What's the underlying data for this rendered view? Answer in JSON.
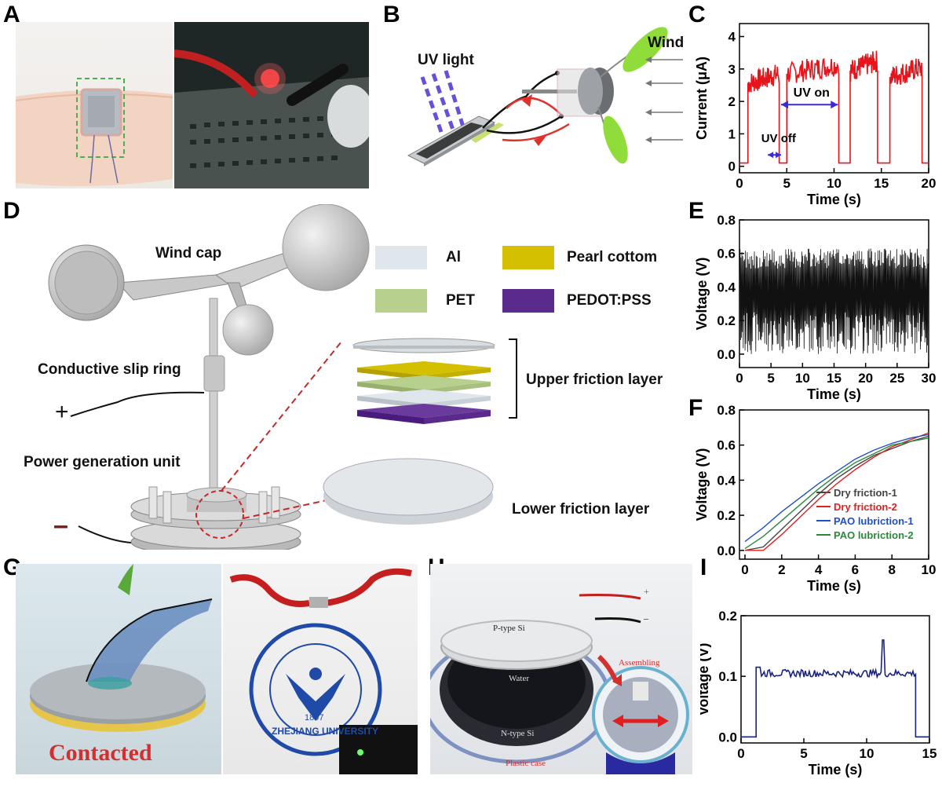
{
  "panels": [
    "A",
    "B",
    "C",
    "D",
    "E",
    "F",
    "G",
    "H",
    "I"
  ],
  "panel_b": {
    "uv_label": "UV light",
    "wind_label": "Wind"
  },
  "panel_d": {
    "wind_cap": "Wind cap",
    "slip_ring": "Conductive slip ring",
    "power_unit": "Power generation unit",
    "plus": "+",
    "minus": "–",
    "upper_layer": "Upper friction layer",
    "lower_layer": "Lower friction layer",
    "legend": [
      {
        "name": "Al",
        "color": "#dfe6ec"
      },
      {
        "name": "Pearl cottom",
        "color": "#d4c000"
      },
      {
        "name": "PET",
        "color": "#b8d08e"
      },
      {
        "name": "PEDOT:PSS",
        "color": "#5a2a8c"
      }
    ]
  },
  "panel_g": {
    "contacted": "Contacted",
    "seal_text": "ZHEJIANG UNIVERSITY",
    "seal_year": "1897"
  },
  "panel_h": {
    "p_si": "P-type Si",
    "water": "Water",
    "n_si": "N-type Si",
    "plastic": "Plastic case",
    "assembling": "Assembling",
    "plus": "+",
    "minus": "–"
  },
  "chart_data": [
    {
      "id": "C",
      "type": "line",
      "xlabel": "Time (s)",
      "ylabel": "Current (μA)",
      "xlim": [
        0,
        20
      ],
      "ylim": [
        -0.2,
        4.4
      ],
      "xticks": [
        0,
        5,
        10,
        15,
        20
      ],
      "yticks": [
        0,
        1,
        2,
        3,
        4
      ],
      "annotations": [
        "UV on",
        "UV off"
      ],
      "color": "#e8141c",
      "segments": [
        {
          "on": [
            0.0,
            0.9
          ],
          "level": 0.1
        },
        {
          "on": [
            0.9,
            4.2
          ],
          "level": 2.55
        },
        {
          "on": [
            4.2,
            5.0
          ],
          "level": 0.1
        },
        {
          "on": [
            5.0,
            10.5
          ],
          "level": 2.85
        },
        {
          "on": [
            10.5,
            11.7
          ],
          "level": 0.1
        },
        {
          "on": [
            11.7,
            14.6
          ],
          "level": 2.95
        },
        {
          "on": [
            14.6,
            15.9
          ],
          "level": 0.1
        },
        {
          "on": [
            15.9,
            19.3
          ],
          "level": 2.75
        },
        {
          "on": [
            19.3,
            20.0
          ],
          "level": 0.1
        }
      ]
    },
    {
      "id": "E",
      "type": "line",
      "xlabel": "Time (s)",
      "ylabel": "Voltage (V)",
      "xlim": [
        0,
        30
      ],
      "ylim": [
        -0.08,
        0.8
      ],
      "xticks": [
        0,
        5,
        10,
        15,
        20,
        25,
        30
      ],
      "yticks": [
        0.0,
        0.2,
        0.4,
        0.6,
        0.8
      ],
      "color": "#111111",
      "envelope": {
        "max": 0.6,
        "min": 0.0
      }
    },
    {
      "id": "F",
      "type": "line",
      "xlabel": "Time (s)",
      "ylabel": "Voltage (V)",
      "xlim": [
        -0.3,
        10
      ],
      "ylim": [
        -0.05,
        0.8
      ],
      "xticks": [
        0,
        2,
        4,
        6,
        8,
        10
      ],
      "yticks": [
        0.0,
        0.2,
        0.4,
        0.6,
        0.8
      ],
      "series": [
        {
          "name": "Dry friction-1",
          "color": "#444444",
          "x": [
            0,
            1,
            2,
            3,
            4,
            5,
            6,
            7,
            8,
            9,
            10
          ],
          "y": [
            0.0,
            0.02,
            0.12,
            0.22,
            0.32,
            0.41,
            0.48,
            0.54,
            0.58,
            0.62,
            0.65
          ]
        },
        {
          "name": "Dry friction-2",
          "color": "#e02020",
          "x": [
            0,
            1,
            2,
            3,
            4,
            5,
            6,
            7,
            8,
            9,
            10
          ],
          "y": [
            0.0,
            0.0,
            0.09,
            0.19,
            0.29,
            0.38,
            0.46,
            0.53,
            0.59,
            0.63,
            0.67
          ]
        },
        {
          "name": "PAO lubriction-1",
          "color": "#2050c8",
          "x": [
            0,
            1,
            2,
            3,
            4,
            5,
            6,
            7,
            8,
            9,
            10
          ],
          "y": [
            0.05,
            0.13,
            0.22,
            0.3,
            0.38,
            0.45,
            0.52,
            0.57,
            0.61,
            0.64,
            0.66
          ]
        },
        {
          "name": "PAO lubriction-2",
          "color": "#2a8a3a",
          "x": [
            0,
            1,
            2,
            3,
            4,
            5,
            6,
            7,
            8,
            9,
            10
          ],
          "y": [
            0.01,
            0.08,
            0.17,
            0.26,
            0.35,
            0.43,
            0.5,
            0.55,
            0.6,
            0.62,
            0.64
          ]
        }
      ]
    },
    {
      "id": "I",
      "type": "line",
      "xlabel": "Time (s)",
      "ylabel": "Voltage (V)",
      "xlim": [
        0,
        15
      ],
      "ylim": [
        -0.01,
        0.2
      ],
      "xticks": [
        0,
        5,
        10,
        15
      ],
      "yticks": [
        0.0,
        0.1,
        0.2
      ],
      "color": "#1a237e",
      "on_interval": [
        1.2,
        13.9
      ],
      "level": 0.105,
      "spike": {
        "x": 11.3,
        "y": 0.16
      }
    }
  ]
}
